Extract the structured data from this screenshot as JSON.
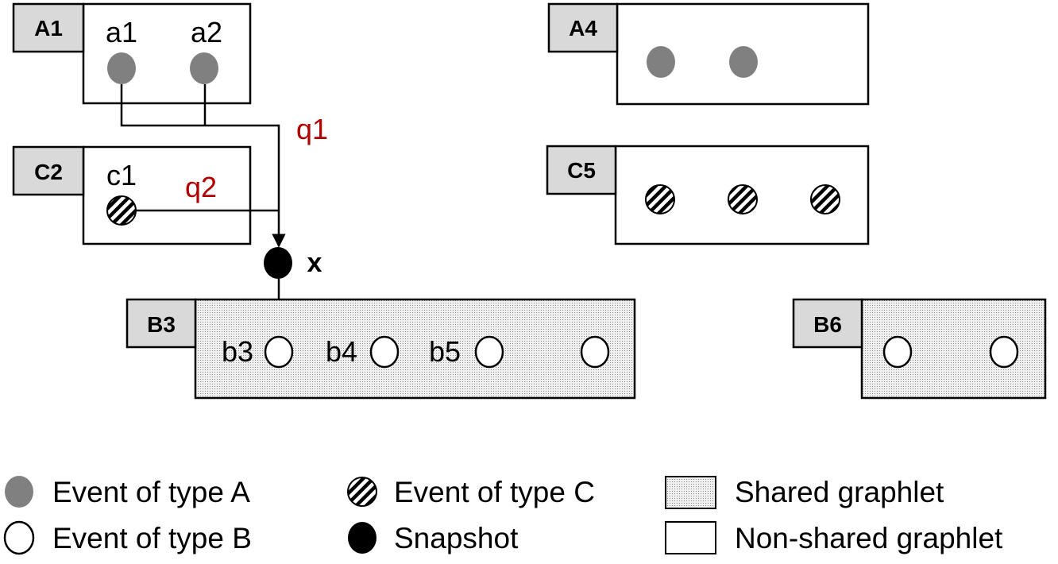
{
  "graphlets": {
    "A1": {
      "tag": "A1",
      "events": [
        "a1",
        "a2"
      ]
    },
    "C2": {
      "tag": "C2",
      "events": [
        "c1"
      ]
    },
    "B3": {
      "tag": "B3",
      "events": [
        "b3",
        "b4",
        "b5"
      ]
    },
    "A4": {
      "tag": "A4"
    },
    "C5": {
      "tag": "C5"
    },
    "B6": {
      "tag": "B6"
    }
  },
  "queries": {
    "q1": "q1",
    "q2": "q2"
  },
  "snapshot_label": "x",
  "legend": {
    "type_a": "Event of type A",
    "type_b": "Event of type B",
    "type_c": "Event of type C",
    "snapshot": "Snapshot",
    "shared": "Shared graphlet",
    "non_shared": "Non-shared graphlet"
  },
  "colors": {
    "event_a": "#808080",
    "event_b": "#ffffff",
    "snapshot": "#000000",
    "tag_fill": "#d9d9d9",
    "query_label": "#b00000"
  }
}
